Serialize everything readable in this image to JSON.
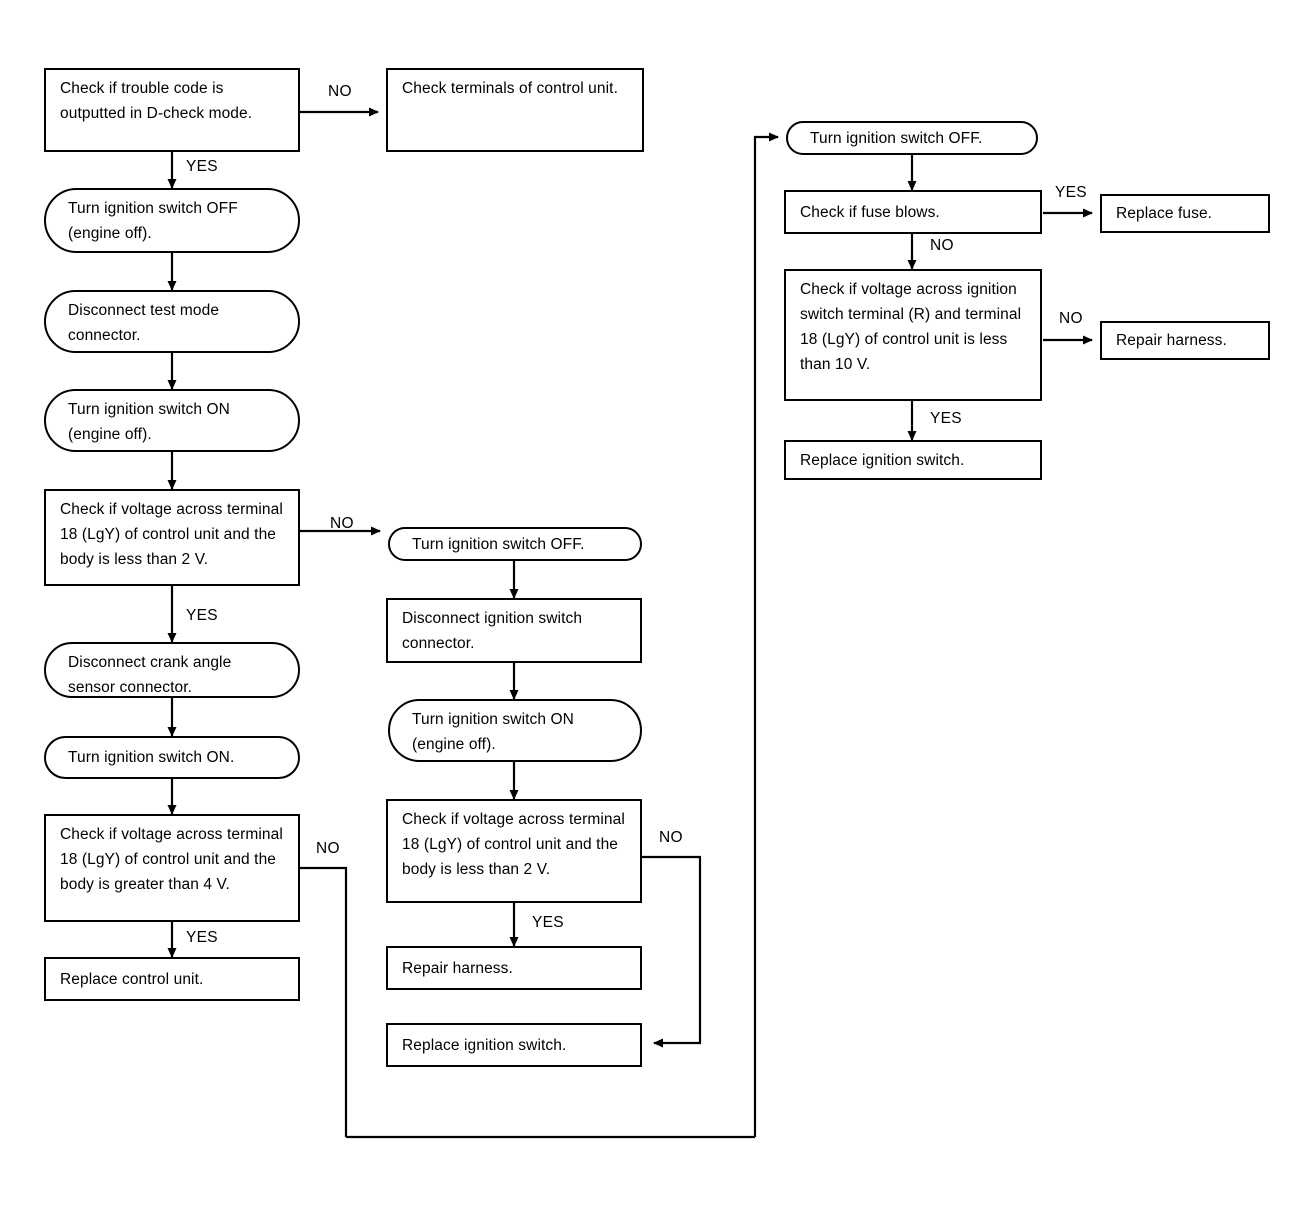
{
  "diagram": {
    "title": "Ignition switch / control unit power supply diagnostic flowchart",
    "type": "flowchart",
    "ink_color": "#000000",
    "paper_color": "#ffffff"
  },
  "nodes": {
    "check_trouble_code": "Check if trouble code is outputted in D-check mode.",
    "check_terminals": "Check terminals of control unit.",
    "turn_off_engine_off_l": "Turn ignition switch OFF (engine off).",
    "disconnect_test_mode": "Disconnect test mode connector.",
    "turn_on_engine_off_l": "Turn ignition switch ON (engine off).",
    "check_voltage_less_2v_l": "Check if voltage across terminal 18 (LgY) of control unit and the body is less than 2 V.",
    "disconnect_crank_angle": "Disconnect crank angle sensor connector.",
    "turn_on_l": "Turn ignition switch ON.",
    "check_voltage_greater_4v": "Check if voltage across terminal 18 (LgY) of control unit and the body is greater than 4 V.",
    "replace_control_unit": "Replace control unit.",
    "turn_off_m": "Turn ignition switch OFF.",
    "disconnect_ign_connector": "Disconnect ignition switch connector.",
    "turn_on_engine_off_m": "Turn ignition switch ON (engine off).",
    "check_voltage_less_2v_m": "Check if voltage across terminal 18 (LgY) of control unit and the body is less than 2 V.",
    "repair_harness_m": "Repair harness.",
    "replace_ign_switch_m": "Replace ignition switch.",
    "turn_off_r": "Turn ignition switch OFF.",
    "check_fuse_blows": "Check if fuse blows.",
    "replace_fuse": "Replace fuse.",
    "check_voltage_less_10v": "Check if voltage across ignition switch terminal (R) and terminal 18 (LgY) of control unit is less than 10 V.",
    "repair_harness_r": "Repair harness.",
    "replace_ign_switch_r": "Replace ignition switch."
  },
  "edge_labels": {
    "no_top_left": "NO",
    "yes_top_left": "YES",
    "no_mid_left": "NO",
    "yes_mid_left": "YES",
    "no_bottom_left": "NO",
    "yes_bottom_left": "YES",
    "yes_mid_center": "YES",
    "no_mid_center": "NO",
    "yes_fuse": "YES",
    "no_fuse": "NO",
    "no_voltage_right": "NO",
    "yes_voltage_right": "YES"
  }
}
